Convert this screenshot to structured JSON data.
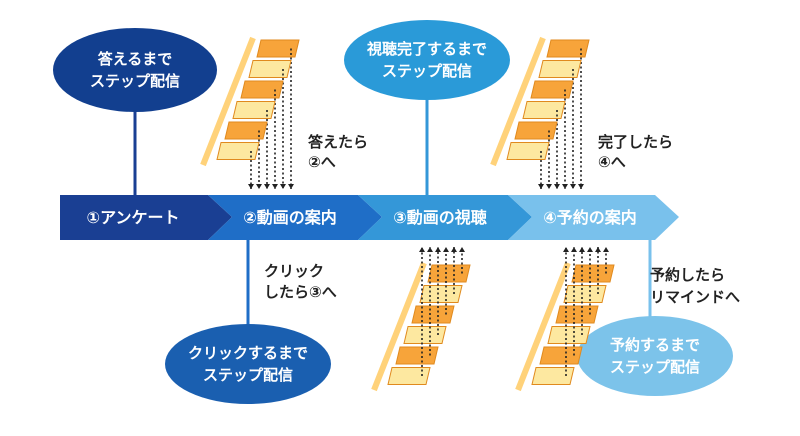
{
  "colors": {
    "step1": "#1a3f93",
    "step2": "#1f6ec7",
    "step3": "#3497d8",
    "step4": "#79c1ec",
    "oval1": "#123f8f",
    "oval2": "#2a9ad8",
    "oval3": "#1a5fb0",
    "oval4": "#7cc3ea",
    "orange": "#f7a43a",
    "yellow": "#fde8a0",
    "strip": "#ffd27a",
    "dots": "#222222"
  },
  "flow": {
    "steps": [
      {
        "label": "①アンケート"
      },
      {
        "label": "②動画の案内"
      },
      {
        "label": "③動画の視聴"
      },
      {
        "label": "④予約の案内"
      }
    ]
  },
  "ovals": {
    "answer": {
      "line1": "答えるまで",
      "line2": "ステップ配信"
    },
    "watch": {
      "line1": "視聴完了するまで",
      "line2": "ステップ配信"
    },
    "click": {
      "line1": "クリックするまで",
      "line2": "ステップ配信"
    },
    "reserve": {
      "line1": "予約するまで",
      "line2": "ステップ配信"
    }
  },
  "conditions": {
    "answered": {
      "line1": "答えたら",
      "line2": "②へ"
    },
    "completed": {
      "line1": "完了したら",
      "line2": "④へ"
    },
    "clicked": {
      "line1": "クリック",
      "line2": "したら③へ"
    },
    "reserved": {
      "line1": "予約したら",
      "line2": "リマインドへ"
    }
  }
}
